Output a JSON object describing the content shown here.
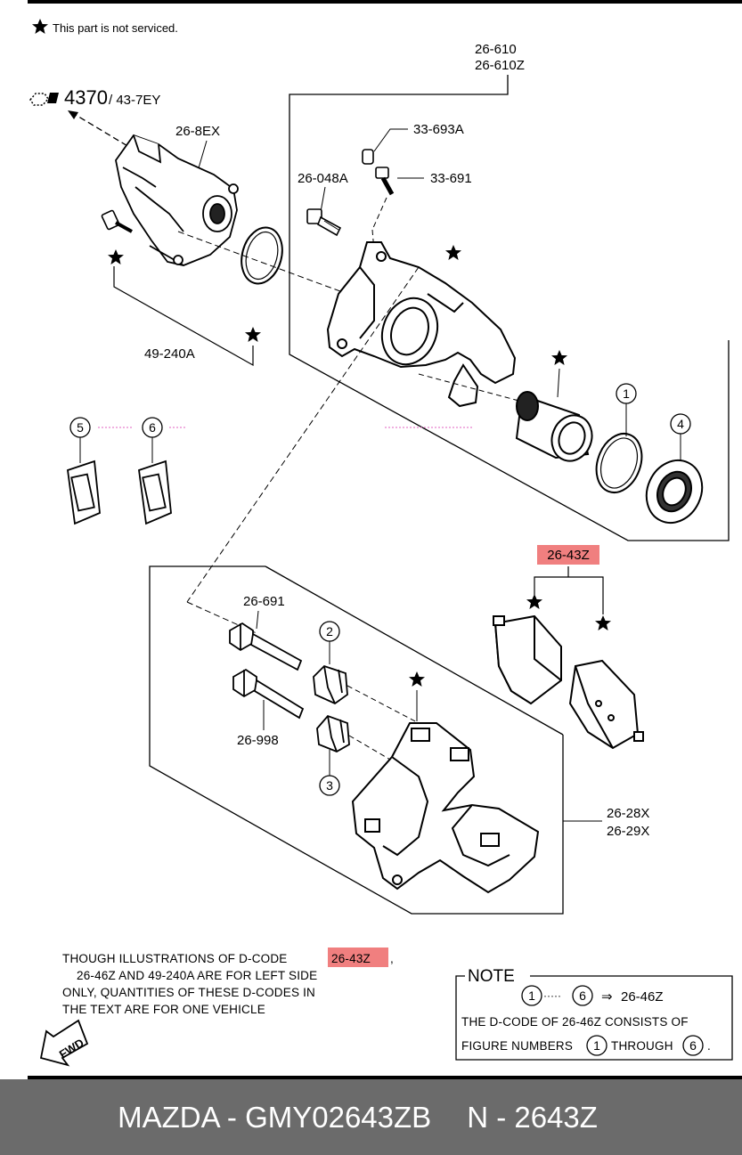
{
  "legend": {
    "star_note": "This part is not serviced."
  },
  "ref_label": {
    "main": "4370",
    "sub": "/ 43-7EY"
  },
  "callouts": {
    "p26610": "26-610",
    "p26610z": "26-610Z",
    "p26_8ex": "26-8EX",
    "p33693a": "33-693A",
    "p33691": "33-691",
    "p26048a": "26-048A",
    "p49240a": "49-240A",
    "p2643z": "26-43Z",
    "p26691": "26-691",
    "p26998": "26-998",
    "p2628x": "26-28X",
    "p2629x": "26-29X"
  },
  "circle_numbers": [
    "1",
    "2",
    "3",
    "4",
    "5",
    "6"
  ],
  "fwd_label": "FWD",
  "footnote": {
    "line1_a": "THOUGH  ILLUSTRATIONS  OF  D-CODE",
    "line1_code": "26-43Z",
    "line1_b": ",",
    "line2": "26-46Z    AND  49-240A  ARE  FOR  LEFT  SIDE",
    "line3": "ONLY, QUANTITIES  OF  THESE  D-CODES  IN",
    "line4": "THE  TEXT  ARE  FOR  ONE  VEHICLE"
  },
  "note": {
    "title": "NOTE",
    "from": "1",
    "dots": "·····",
    "to": "6",
    "arrow": "⇒",
    "code": "26-46Z",
    "line2": "THE  D-CODE  OF   26-46Z  CONSISTS  OF",
    "line3_a": "FIGURE  NUMBERS",
    "line3_b": "THROUGH",
    "line3_c": "."
  },
  "footer": {
    "left": "MAZDA - GMY02643ZB",
    "right": "N - 2643Z"
  },
  "colors": {
    "highlight": "#f07f7f",
    "footer_bg": "#6b6b6b",
    "pink_dots": "#e060c0"
  }
}
